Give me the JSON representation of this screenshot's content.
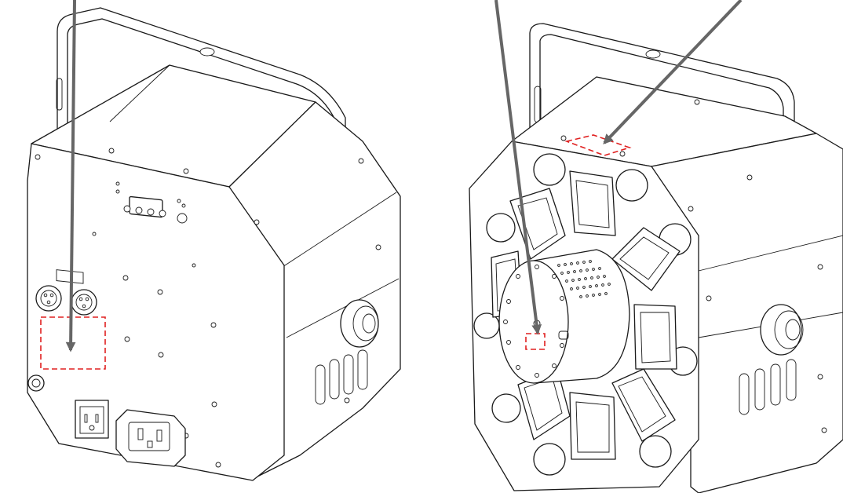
{
  "colors": {
    "line": "#1a1a1a",
    "arrow": "#666666",
    "marker": "#e02020",
    "background": "#ffffff"
  },
  "figures": [
    {
      "name": "rear-view",
      "callout": "arrow-to-dashed-region"
    },
    {
      "name": "front-view",
      "callouts": [
        "arrow-to-dashed-region",
        "arrow-to-dashed-region"
      ]
    }
  ]
}
